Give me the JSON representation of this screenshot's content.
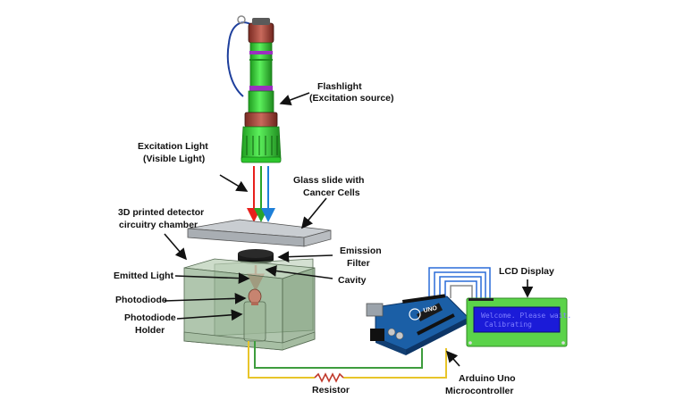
{
  "labels": {
    "flashlight_line1": "Flashlight",
    "flashlight_line2": "(Excitation source)",
    "excitation_line1": "Excitation Light",
    "excitation_line2": "(Visible Light)",
    "glass_line1": "Glass slide with",
    "glass_line2": "Cancer Cells",
    "chamber_line1": "3D printed detector",
    "chamber_line2": "circuitry chamber",
    "emission_line1": "Emission",
    "emission_line2": "Filter",
    "emitted_light": "Emitted Light",
    "cavity": "Cavity",
    "photodiode": "Photodiode",
    "holder_line1": "Photodiode",
    "holder_line2": "Holder",
    "lcd_display": "LCD Display",
    "arduino_line1": "Arduino Uno",
    "arduino_line2": "Microcontroller",
    "resistor": "Resistor"
  },
  "lcd_screen": {
    "line1": "Welcome. Please wait.",
    "line2": "Calibrating"
  },
  "arduino_board": {
    "brand_text": "UNO"
  },
  "colors": {
    "flashlight_green": "#3ddc3d",
    "flashlight_red": "#b0443a",
    "flashlight_purple": "#9b2fbf",
    "beam_red": "#e8201c",
    "beam_green": "#2aa52a",
    "beam_blue": "#1e7fd8",
    "chamber_green": "#8fae8b",
    "wire_green": "#3d9c3d",
    "wire_yellow": "#e8c52a",
    "lcd_green": "#5bd34a",
    "lcd_screen": "#1b1bd8",
    "arduino_blue": "#1b5fa6"
  }
}
